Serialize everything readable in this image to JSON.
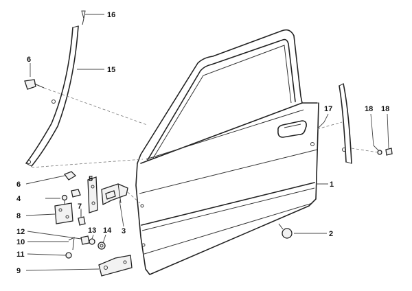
{
  "diagram": {
    "callouts": [
      {
        "id": "1",
        "label": "1"
      },
      {
        "id": "2",
        "label": "2"
      },
      {
        "id": "3",
        "label": "3"
      },
      {
        "id": "4",
        "label": "4"
      },
      {
        "id": "5",
        "label": "5"
      },
      {
        "id": "6a",
        "label": "6"
      },
      {
        "id": "6b",
        "label": "6"
      },
      {
        "id": "7",
        "label": "7"
      },
      {
        "id": "8",
        "label": "8"
      },
      {
        "id": "9",
        "label": "9"
      },
      {
        "id": "10",
        "label": "10"
      },
      {
        "id": "11",
        "label": "11"
      },
      {
        "id": "12",
        "label": "12"
      },
      {
        "id": "13",
        "label": "13"
      },
      {
        "id": "14",
        "label": "14"
      },
      {
        "id": "15",
        "label": "15"
      },
      {
        "id": "16",
        "label": "16"
      },
      {
        "id": "17",
        "label": "17"
      },
      {
        "id": "18a",
        "label": "18"
      },
      {
        "id": "18b",
        "label": "18"
      }
    ]
  }
}
